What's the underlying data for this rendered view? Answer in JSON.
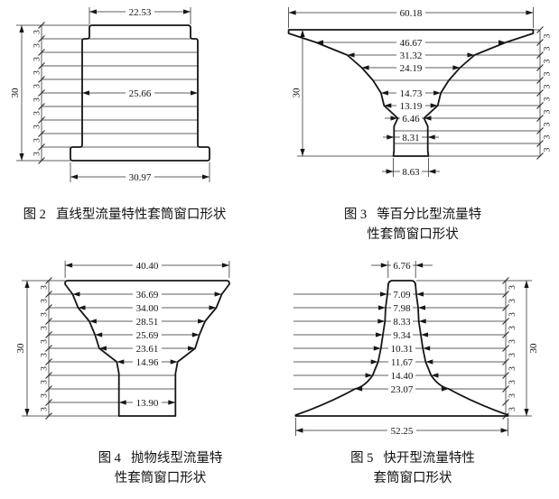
{
  "page": {
    "background": "#ffffff",
    "ink": "#161616"
  },
  "figures": [
    {
      "id": "figure-2",
      "label": "图 2",
      "title": "直线型流量特性套筒窗口形状",
      "title_line2": "",
      "height_total": "30",
      "step": "3",
      "widths": [
        "22.53",
        "25.66",
        "30.97"
      ]
    },
    {
      "id": "figure-3",
      "label": "图 3",
      "title": "等百分比型流量特",
      "title_line2": "性套筒窗口形状",
      "height_total": "30",
      "step": "3",
      "widths": [
        "60.18",
        "46.67",
        "31.32",
        "24.19",
        "14.73",
        "13.19",
        "6.46",
        "8.31",
        "8.63"
      ]
    },
    {
      "id": "figure-4",
      "label": "图 4",
      "title": "抛物线型流量特",
      "title_line2": "性套筒窗口形状",
      "height_total": "30",
      "step": "3",
      "widths": [
        "40.40",
        "36.69",
        "34.00",
        "28.51",
        "25.69",
        "23.61",
        "14.96",
        "13.90"
      ]
    },
    {
      "id": "figure-5",
      "label": "图 5",
      "title": "快开型流量特性",
      "title_line2": "套筒窗口形状",
      "height_total": "30",
      "step": "3",
      "widths": [
        "6.76",
        "7.09",
        "7.98",
        "8.33",
        "9.34",
        "10.31",
        "11.67",
        "14.40",
        "23.07",
        "52.25"
      ]
    }
  ]
}
